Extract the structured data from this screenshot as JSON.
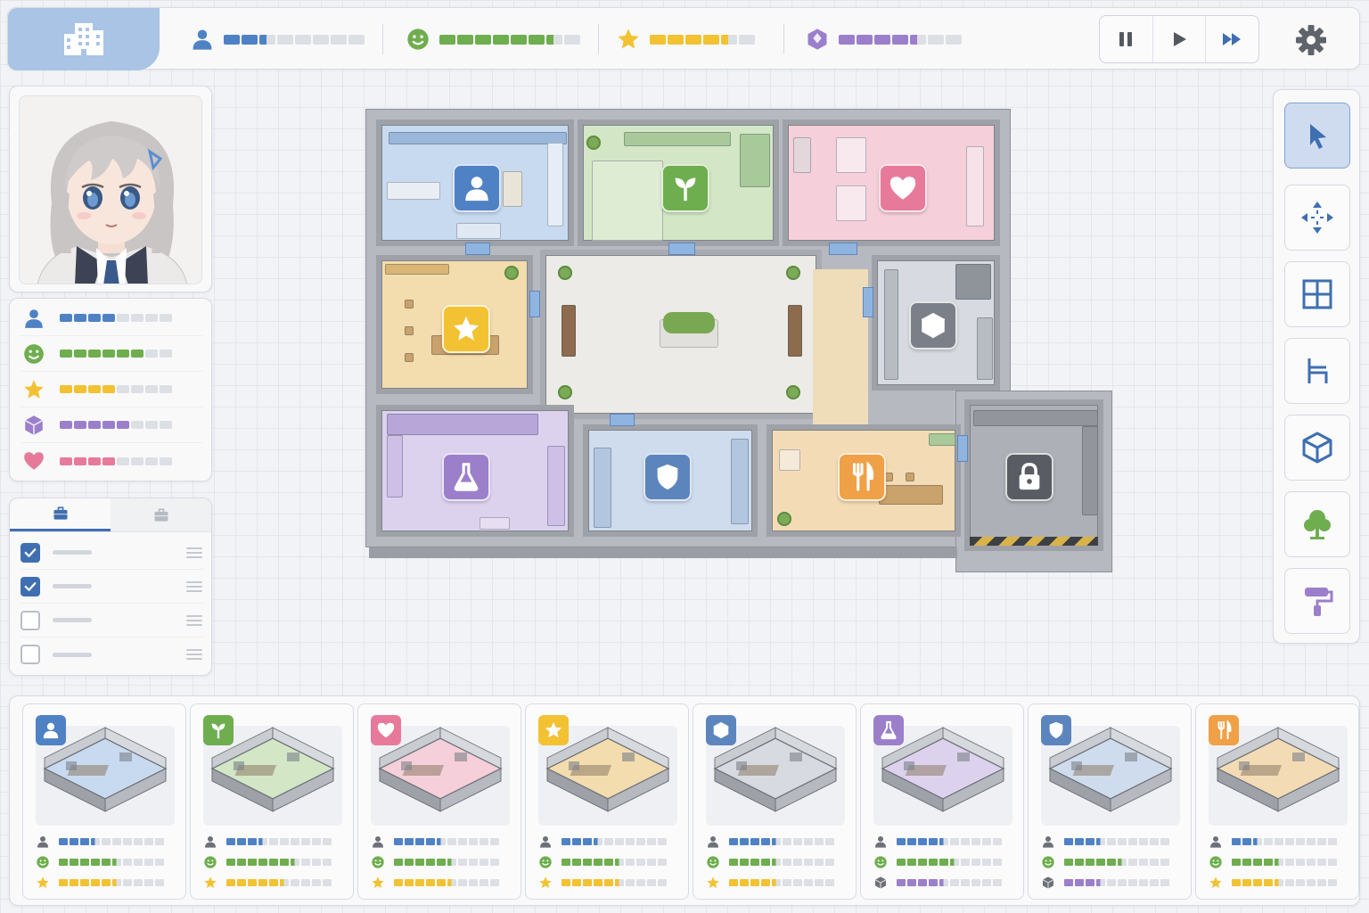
{
  "colors": {
    "blue": "#4f82c4",
    "green": "#6fae4f",
    "yellow": "#f2c233",
    "purple": "#9b7fcb",
    "pink": "#e77a9b",
    "orange": "#f0a046",
    "gray": "#6d7177",
    "empty": "#dcdfe4"
  },
  "topbar": {
    "logo_icon": "building-icon",
    "stats": [
      {
        "icon": "person-icon",
        "filled": 2,
        "partial": 1,
        "total": 8
      },
      {
        "icon": "smiley-icon",
        "filled": 6,
        "partial": 1,
        "total": 8
      },
      {
        "icon": "star-icon",
        "filled": 4,
        "partial": 1,
        "total": 6
      },
      {
        "icon": "gem-icon",
        "filled": 4,
        "partial": 1,
        "total": 7
      }
    ],
    "speed_controls": [
      "pause-icon",
      "play-icon",
      "fast-forward-icon"
    ],
    "settings_icon": "gear-icon"
  },
  "character": {
    "portrait": "character-portrait",
    "stats": [
      {
        "icon": "person-icon",
        "filled": 4,
        "total": 8
      },
      {
        "icon": "smiley-icon",
        "filled": 6,
        "total": 8
      },
      {
        "icon": "star-icon",
        "filled": 4,
        "total": 8
      },
      {
        "icon": "cube-icon",
        "filled": 5,
        "total": 8
      },
      {
        "icon": "heart-icon",
        "filled": 4,
        "total": 8
      }
    ]
  },
  "tasks": {
    "tabs": [
      "briefcase-icon",
      "briefcase-icon"
    ],
    "items": [
      {
        "checked": true
      },
      {
        "checked": true
      },
      {
        "checked": false
      },
      {
        "checked": false
      }
    ]
  },
  "tools": [
    "cursor-icon",
    "move-icon",
    "grid-icon",
    "chair-icon",
    "cube-icon",
    "tree-icon",
    "paint-roller-icon"
  ],
  "rooms": [
    {
      "type": "office",
      "icon": "person-icon",
      "color": "#4f82c4"
    },
    {
      "type": "greenhouse",
      "icon": "sprout-icon",
      "color": "#6fae4f"
    },
    {
      "type": "medical",
      "icon": "heart-icon",
      "color": "#e77a9b"
    },
    {
      "type": "lounge",
      "icon": "star-icon",
      "color": "#f2c233"
    },
    {
      "type": "storage",
      "icon": "cube-icon",
      "color": "#7b8088"
    },
    {
      "type": "lab",
      "icon": "flask-icon",
      "color": "#9b7fcb"
    },
    {
      "type": "security",
      "icon": "shield-icon",
      "color": "#5d85bd"
    },
    {
      "type": "cafeteria",
      "icon": "fork-knife-icon",
      "color": "#f0a046"
    },
    {
      "type": "vault",
      "icon": "lock-icon",
      "color": "#595d63"
    }
  ],
  "room_cards": [
    {
      "icon": "person-icon",
      "color": "#4f82c4",
      "stats": [
        {
          "icon": "person-icon",
          "filled": 3
        },
        {
          "icon": "smiley-icon",
          "filled": 5
        },
        {
          "icon": "star-icon",
          "filled": 5
        }
      ]
    },
    {
      "icon": "sprout-icon",
      "color": "#6fae4f",
      "stats": [
        {
          "icon": "person-icon",
          "filled": 3
        },
        {
          "icon": "smiley-icon",
          "filled": 6
        },
        {
          "icon": "star-icon",
          "filled": 5
        }
      ]
    },
    {
      "icon": "heart-icon",
      "color": "#e77a9b",
      "stats": [
        {
          "icon": "person-icon",
          "filled": 4
        },
        {
          "icon": "smiley-icon",
          "filled": 5
        },
        {
          "icon": "star-icon",
          "filled": 5
        }
      ]
    },
    {
      "icon": "star-icon",
      "color": "#f2c233",
      "stats": [
        {
          "icon": "person-icon",
          "filled": 3
        },
        {
          "icon": "smiley-icon",
          "filled": 5
        },
        {
          "icon": "star-icon",
          "filled": 5
        }
      ]
    },
    {
      "icon": "cube-icon",
      "color": "#5d85bd",
      "stats": [
        {
          "icon": "person-icon",
          "filled": 4
        },
        {
          "icon": "smiley-icon",
          "filled": 4
        },
        {
          "icon": "star-icon",
          "filled": 4
        }
      ]
    },
    {
      "icon": "flask-icon",
      "color": "#9b7fcb",
      "stats": [
        {
          "icon": "person-icon",
          "filled": 4
        },
        {
          "icon": "smiley-icon",
          "filled": 5
        },
        {
          "icon": "cube-icon",
          "filled": 4
        }
      ]
    },
    {
      "icon": "shield-icon",
      "color": "#5d85bd",
      "stats": [
        {
          "icon": "person-icon",
          "filled": 3
        },
        {
          "icon": "smiley-icon",
          "filled": 5
        },
        {
          "icon": "cube-icon",
          "filled": 3
        }
      ]
    },
    {
      "icon": "fork-knife-icon",
      "color": "#f0a046",
      "stats": [
        {
          "icon": "person-icon",
          "filled": 2
        },
        {
          "icon": "smiley-icon",
          "filled": 4
        },
        {
          "icon": "star-icon",
          "filled": 4
        }
      ]
    }
  ]
}
